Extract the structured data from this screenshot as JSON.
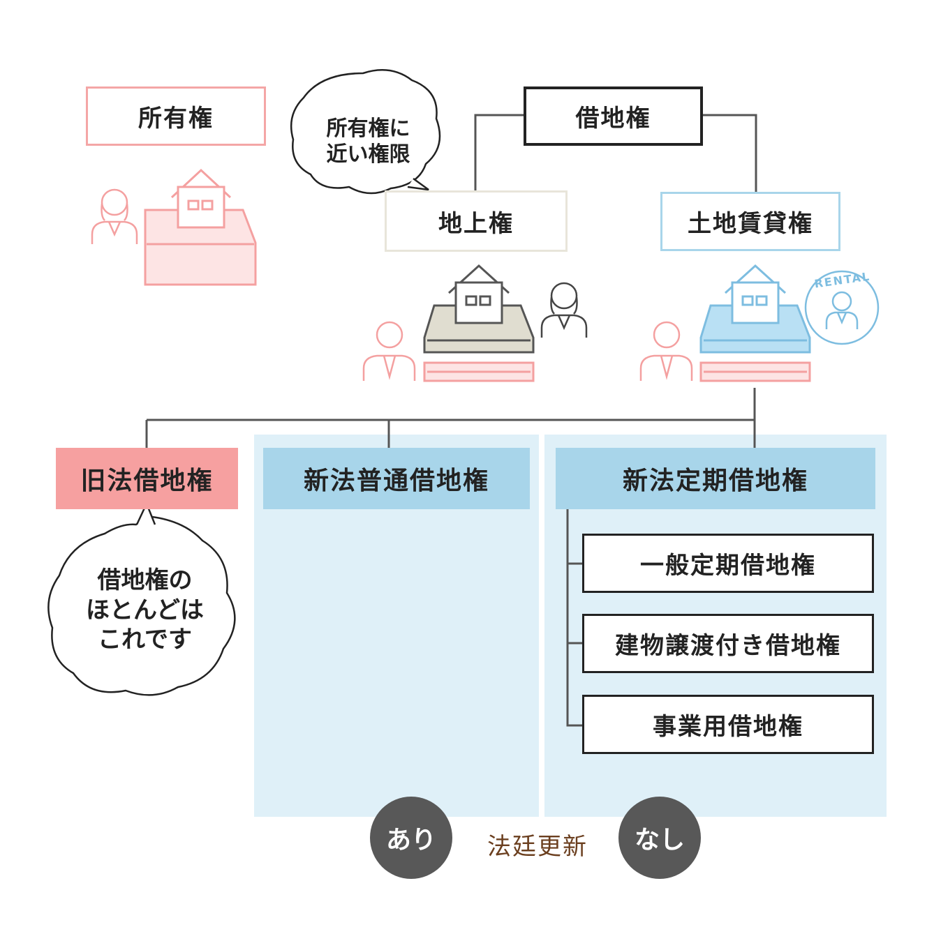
{
  "nodes": {
    "ownership": "所有権",
    "leasehold": "借地権",
    "superficies": "地上権",
    "land_lease": "土地賃貸権",
    "old_law": "旧法借地権",
    "new_normal": "新法普通借地権",
    "new_fixed": "新法定期借地権",
    "general_fixed": "一般定期借地権",
    "building_transfer": "建物譲渡付き借地権",
    "business_use": "事業用借地権"
  },
  "bubbles": {
    "superficies_note": "所有権に\n近い権限",
    "old_law_note": "借地権の\nほとんどは\nこれです"
  },
  "renewal": {
    "label": "法廷更新",
    "yes": "あり",
    "no": "なし"
  },
  "stamp": {
    "text": "RENTAL"
  },
  "colors": {
    "pink": "#f4a6a6",
    "pink_fill": "#fde4e4",
    "pink_header": "#f6a0a0",
    "blue": "#a8d5ea",
    "blue_panel": "#dff0f8",
    "beige": "#e8e5da",
    "house_beige": "#e0ddd0",
    "house_blue": "#b9e0f4",
    "line": "#555555",
    "label_brown": "#6b3f1f"
  }
}
